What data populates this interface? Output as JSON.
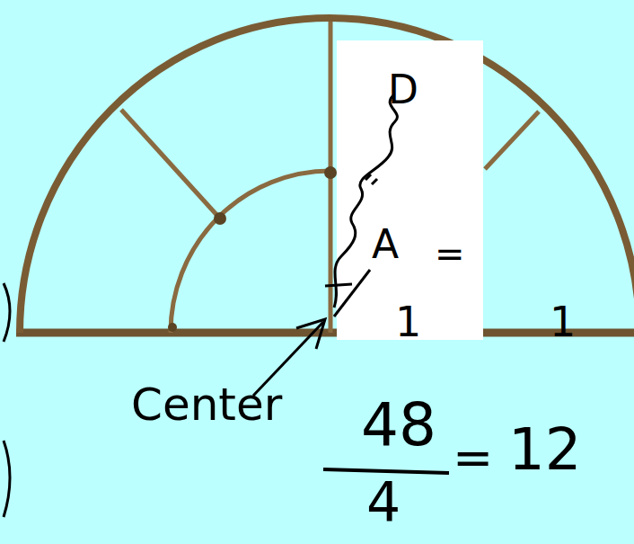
{
  "diagram": {
    "labels": [
      "D",
      "A",
      "=",
      "1",
      "1",
      "Center",
      "48",
      "4",
      "=",
      "12"
    ]
  }
}
